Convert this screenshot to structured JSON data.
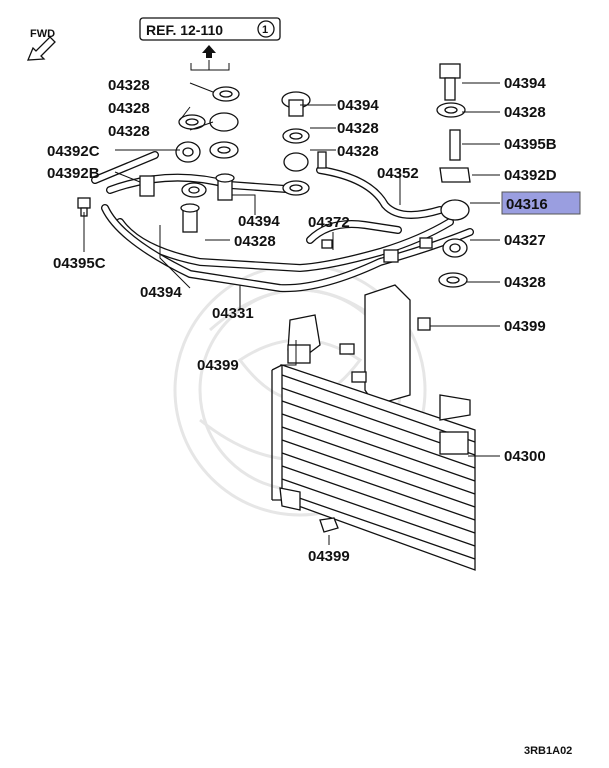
{
  "fwd_label": "FWD",
  "ref_label": "REF. 12-110",
  "ref_circle": "1",
  "diagram_code": "3RB1A02",
  "highlight_color": "#9a9ee0",
  "labels": [
    {
      "id": "l01",
      "text": "04328"
    },
    {
      "id": "l02",
      "text": "04328"
    },
    {
      "id": "l03",
      "text": "04328"
    },
    {
      "id": "l04",
      "text": "04392C"
    },
    {
      "id": "l05",
      "text": "04392B"
    },
    {
      "id": "l06",
      "text": "04395C"
    },
    {
      "id": "l07",
      "text": "04394"
    },
    {
      "id": "l08",
      "text": "04394"
    },
    {
      "id": "l09",
      "text": "04328"
    },
    {
      "id": "l10",
      "text": "04394"
    },
    {
      "id": "l11",
      "text": "04328"
    },
    {
      "id": "l12",
      "text": "04328"
    },
    {
      "id": "l13",
      "text": "04372"
    },
    {
      "id": "l14",
      "text": "04352"
    },
    {
      "id": "l15",
      "text": "04331"
    },
    {
      "id": "l16",
      "text": "04399"
    },
    {
      "id": "l17",
      "text": "04399"
    },
    {
      "id": "l18",
      "text": "04394"
    },
    {
      "id": "l19",
      "text": "04328"
    },
    {
      "id": "l20",
      "text": "04395B"
    },
    {
      "id": "l21",
      "text": "04392D"
    },
    {
      "id": "l22",
      "text": "04316"
    },
    {
      "id": "l23",
      "text": "04327"
    },
    {
      "id": "l24",
      "text": "04328"
    },
    {
      "id": "l25",
      "text": "04399"
    },
    {
      "id": "l26",
      "text": "04300"
    }
  ]
}
